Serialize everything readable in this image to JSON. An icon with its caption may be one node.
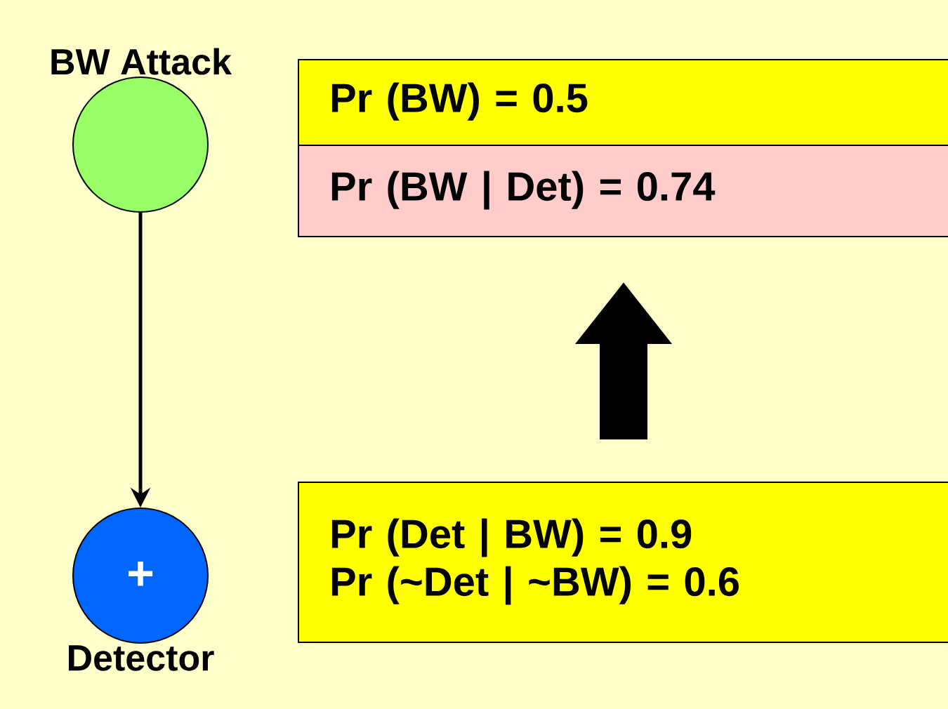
{
  "diagram": {
    "nodes": [
      {
        "text": [
          "BW Attack"
        ]
      },
      {
        "text": [
          "+",
          "Detector"
        ]
      },
      {
        "text": [
          "Pr (BW) = 0.5"
        ]
      },
      {
        "text": [
          "Pr (BW | Det) = 0.74"
        ]
      },
      {
        "text": [
          "Pr (Det | BW) = 0.9",
          "Pr (~Det | ~BW) = 0.6"
        ]
      }
    ],
    "edges": [
      {
        "from": 0,
        "to": 1,
        "arrow": "to"
      },
      {
        "from": 4,
        "to": 3,
        "arrow": "to",
        "style": "thick"
      }
    ]
  }
}
